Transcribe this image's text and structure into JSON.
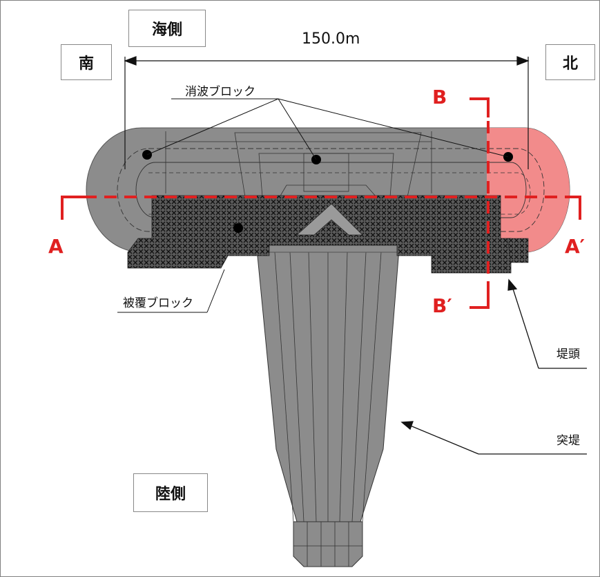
{
  "labels": {
    "sea_side": "海側",
    "land_side": "陸側",
    "south": "南",
    "north": "北",
    "dimension": "150.0m",
    "wave_block": "消波ブロック",
    "armor_block": "被覆ブロック",
    "breakwater_head": "堤頭",
    "jetty": "突堤",
    "section_a": "A",
    "section_a_prime": "A′",
    "section_b": "B",
    "section_b_prime": "B′"
  },
  "colors": {
    "structure_gray": "#8c8c8c",
    "highlight_red": "#e02020",
    "highlight_fill": "#f28b8b"
  }
}
